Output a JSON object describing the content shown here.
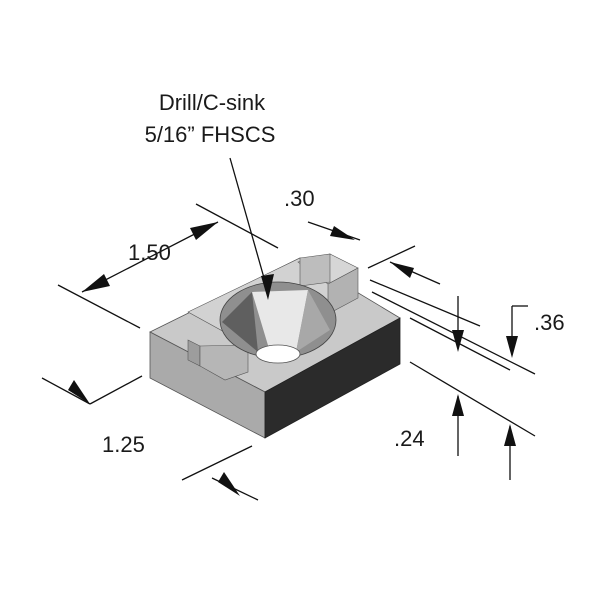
{
  "callout": {
    "line1": "Drill/C-sink",
    "line2": "5/16” FHSCS"
  },
  "dimensions": {
    "length_top": "1.50",
    "slot_width": ".30",
    "slot_depth": ".36",
    "width": "1.25",
    "height": ".24"
  },
  "colors": {
    "face_top": "#c9c9c9",
    "face_front": "#aaaaaa",
    "face_right": "#2b2b2b",
    "ink": "#111111"
  }
}
